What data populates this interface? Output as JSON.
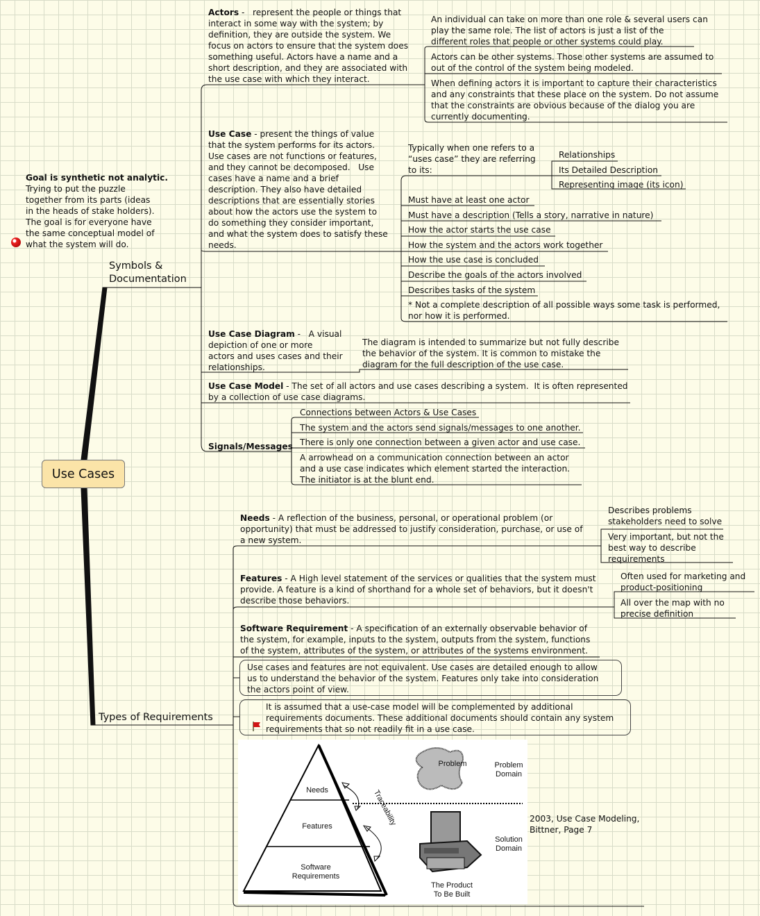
{
  "root": "Use Cases",
  "note": {
    "title": "Goal is synthetic not analytic.",
    "lines": [
      "Trying to put the puzzle",
      "together from its parts (ideas",
      "in the heads of stake holders).",
      "The goal is for everyone have",
      "the same conceptual model of",
      "what the system will do."
    ]
  },
  "symbols": {
    "label_line1": "Symbols &",
    "label_line2": "Documentation",
    "actors": {
      "term": "Actors",
      "lines": [
        " -   represent the people or things that",
        "interact in some way with the system; by",
        "definition, they are outside the system.  We",
        "focus on actors to ensure that the system does",
        "something useful.  Actors have a name and a",
        "short description, and they are associated with",
        "the use case with which they interact."
      ],
      "details": [
        [
          "An individual can take on more than one role & several users can",
          "play the same role.  The list of actors is just a list of the",
          "different roles that people or other systems could play."
        ],
        [
          "Actors can be other systems.  Those other systems are assumed to",
          "out of the control of the system being modeled."
        ],
        [
          "When defining actors it is important to capture their characteristics",
          "and any constraints that these place on the system.  Do not assume",
          "that the constraints are obvious because of the dialog you are",
          "currently documenting."
        ]
      ]
    },
    "use_case": {
      "term": "Use Case",
      "lines": [
        " - present the things of value",
        "that the system performs for its actors.",
        "Use cases are not functions or features,",
        "and they cannot be decomposed.   Use",
        "cases have a name and a brief",
        "description.  They also have detailed",
        "descriptions that are essentially stories",
        "about how the actors use the system to",
        "do something they consider important,",
        "and what the system does to satisfy these",
        "needs."
      ],
      "typically": [
        "Typically when one refers to a",
        "“uses case” they are referring",
        "to its:"
      ],
      "refers": [
        "Relationships",
        "Its Detailed Description",
        "Representing image (its icon)"
      ],
      "must": [
        "Must have at least one actor",
        "Must have a description (Tells a story, narrative in nature)",
        "How the actor starts the use case",
        "How the system and the actors work together",
        "How the use case is concluded",
        "Describe the goals of the actors involved",
        "Describes tasks of the system"
      ],
      "not_complete": [
        "* Not a complete description of all possible ways some task is performed,",
        "nor how it is performed."
      ]
    },
    "diagram": {
      "term": "Use Case Diagram",
      "lines": [
        " -   A visual",
        "depiction of one or more",
        "actors and uses cases and their",
        "relationships."
      ],
      "detail": [
        "The diagram is intended to summarize but not fully describe",
        "the behavior of the system. It is common to mistake the",
        "diagram for the full description of the use case."
      ]
    },
    "model": {
      "term": "Use Case Model",
      "lines": [
        " - The set of all actors and use cases describing a system.  It is often represented",
        "by a collection of use case diagrams."
      ]
    },
    "signals": {
      "term": "Signals/Messages",
      "items": [
        [
          "Connections between Actors & Use Cases"
        ],
        [
          "The system and the actors send signals/messages to one another."
        ],
        [
          "There is only one connection between a given actor and use case."
        ],
        [
          "A arrowhead on a communication connection between an actor",
          "and a use case indicates which element started the interaction.",
          "The initiator is at the blunt end."
        ]
      ]
    }
  },
  "requirements": {
    "label": "Types of Requirements",
    "needs": {
      "term": "Needs",
      "lines": [
        " - A reflection of the business, personal, or operational problem (or",
        "opportunity) that must be addressed to justify consideration, purchase, or use of",
        "a new system."
      ],
      "notes": [
        [
          "Describes problems",
          "stakeholders need to solve"
        ],
        [
          "Very important, but not the",
          "best way to describe",
          "requirements"
        ]
      ]
    },
    "features": {
      "term": "Features",
      "lines": [
        " - A High level statement of the services or qualities that the system must",
        "provide.  A feature is a kind of shorthand for a whole set of behaviors, but it doesn't",
        "describe those behaviors."
      ],
      "notes": [
        [
          "Often used for marketing and",
          "product-positioning"
        ],
        [
          "All over the map with no",
          "precise definition"
        ]
      ]
    },
    "software": {
      "term": "Software Requirement",
      "lines": [
        " - A specification of an externally observable behavior of",
        "the system, for example, inputs to the system, outputs from the system, functions",
        "of the system, attributes of the system, or attributes of the systems environment."
      ]
    },
    "box1": [
      "Use cases and features are not equivalent. Use cases are detailed enough to allow",
      "us to understand the behavior of the system.  Features only take into consideration",
      "the actors point of view."
    ],
    "box2": [
      "It is assumed that a use-case model will be complemented by additional",
      "requirements documents.  These additional documents should contain any system",
      "requirements that so not readily fit in a use case."
    ],
    "figure": {
      "needs": "Needs",
      "features": "Features",
      "software": [
        "Software",
        "Requirements"
      ],
      "traceability": "Traceability",
      "problem": "Problem",
      "problem_domain": [
        "Problem",
        "Domain"
      ],
      "solution_domain": [
        "Solution",
        "Domain"
      ],
      "product": [
        "The Product",
        "To Be Built"
      ]
    },
    "citation": [
      "2003, Use Case Modeling,",
      "Bittner, Page 7"
    ]
  }
}
